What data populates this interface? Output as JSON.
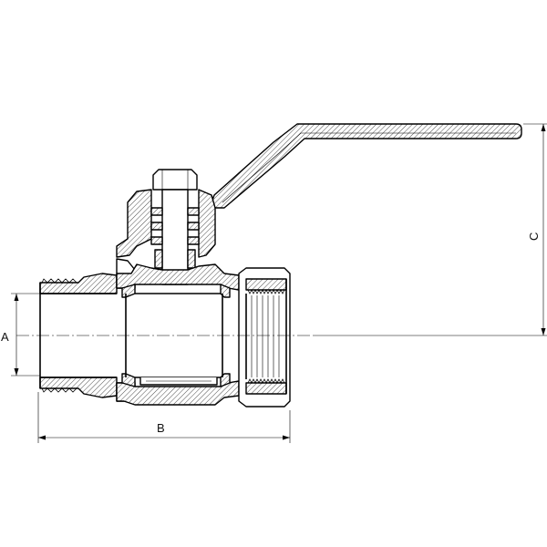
{
  "dimensions": {
    "a_label": "A",
    "b_label": "B",
    "c_label": "C"
  }
}
